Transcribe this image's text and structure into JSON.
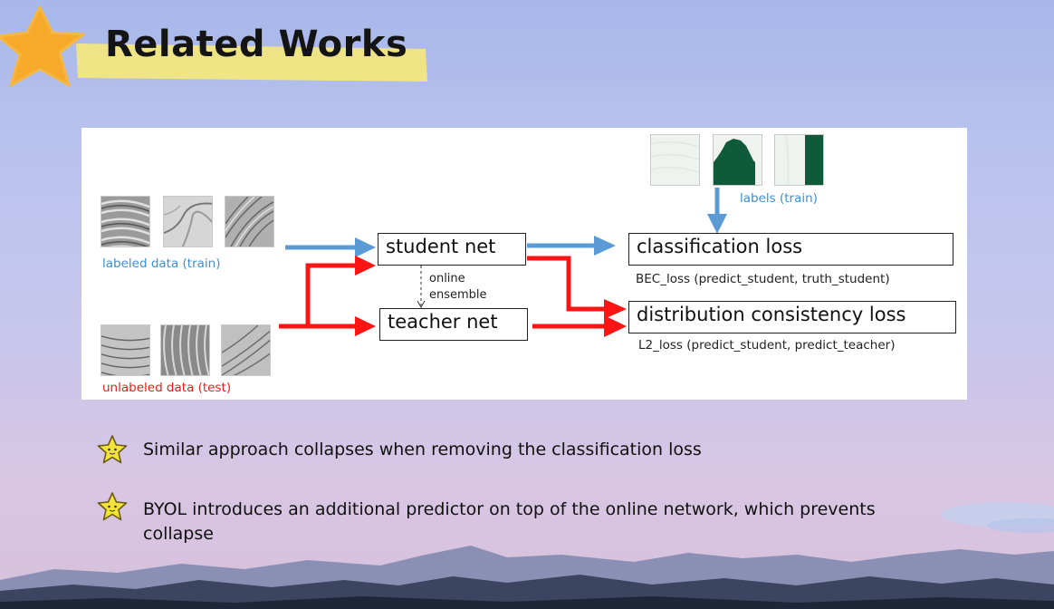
{
  "slide": {
    "title": "Related Works",
    "colors": {
      "title_underline": "#f6e97a",
      "star_decor": "#f7a92a",
      "bullet_star": "#f3e23a",
      "arrow_blue": "#5b9bd5",
      "arrow_red": "#ff1414"
    }
  },
  "diagram": {
    "labeled_data_label": "labeled data (train)",
    "unlabeled_data_label": "unlabeled data (test)",
    "labels_train_label": "labels (train)",
    "student_net": "student net",
    "teacher_net": "teacher net",
    "online_ensemble": [
      "online",
      "ensemble"
    ],
    "classification_loss": "classification loss",
    "bec_loss": "BEC_loss (predict_student, truth_student)",
    "distribution_loss": "distribution consistency loss",
    "l2_loss": "L2_loss (predict_student, predict_teacher)"
  },
  "bullets": [
    {
      "icon": "star-bullet-icon",
      "text": "Similar approach collapses when removing the classification loss"
    },
    {
      "icon": "star-bullet-icon",
      "text": "BYOL introduces an additional predictor on top of the online network, which prevents collapse"
    }
  ]
}
